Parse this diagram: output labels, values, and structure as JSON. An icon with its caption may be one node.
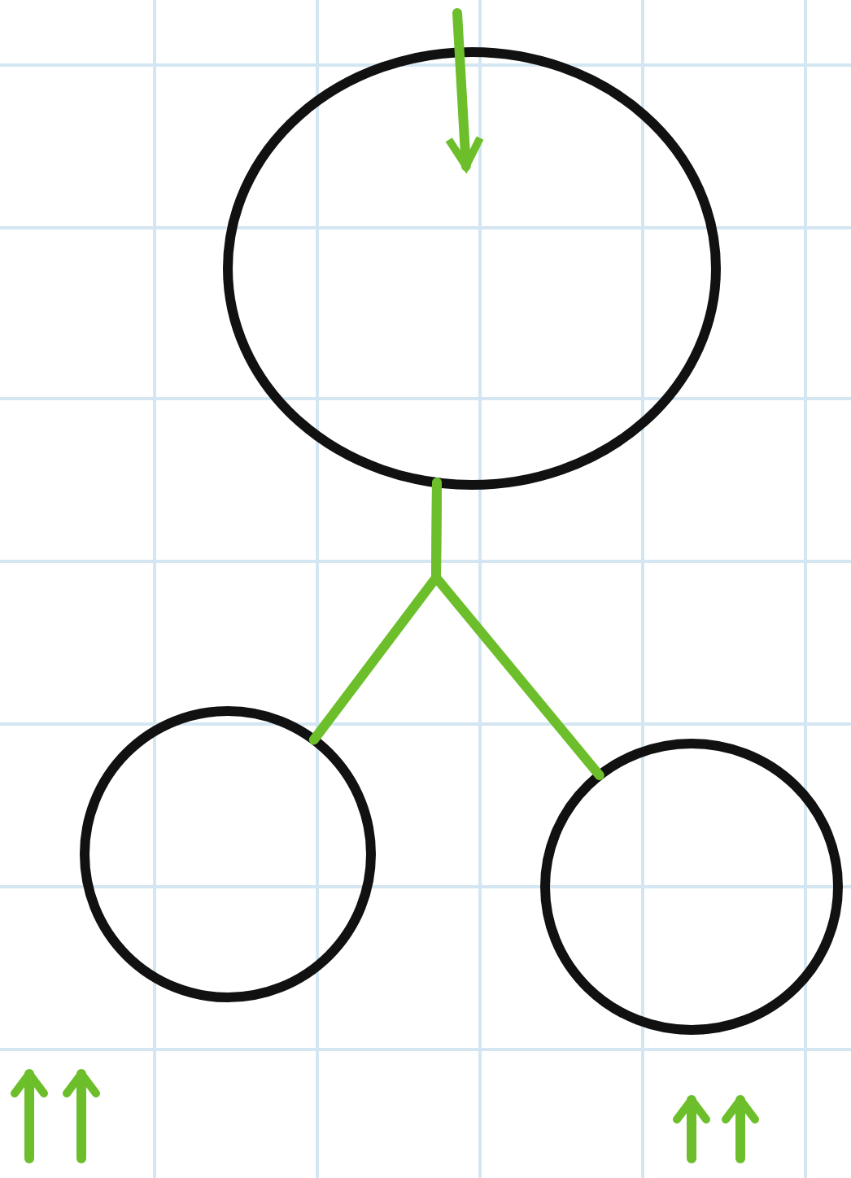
{
  "diagram": {
    "nodes": [
      {
        "text": [],
        "shape": "circle"
      },
      {
        "text": [],
        "shape": "circle"
      },
      {
        "text": [],
        "shape": "circle"
      }
    ],
    "edges": [
      {
        "from": null,
        "to": 0,
        "arrow": "to"
      },
      {
        "from": 0,
        "to": 1,
        "arrow": "none"
      },
      {
        "from": 0,
        "to": 2,
        "arrow": "none"
      }
    ]
  }
}
